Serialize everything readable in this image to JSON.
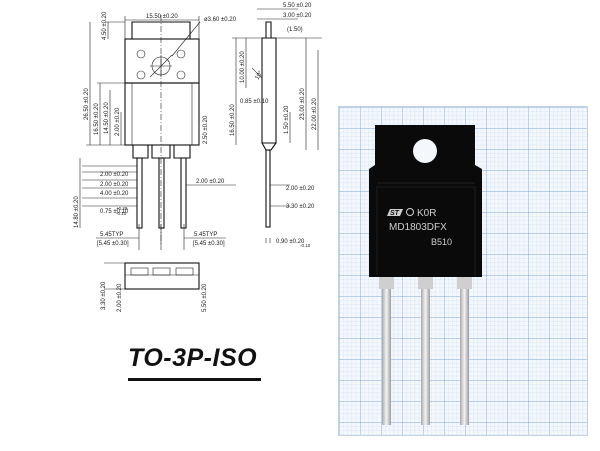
{
  "package": {
    "title": "TO-3P-ISO"
  },
  "dimensions": {
    "top": [
      "15.50 ±0.20",
      "ø3.60 ±0.20",
      "5.50 ±0.20",
      "3.00 ±0.20",
      "(1.50)"
    ],
    "left": [
      "4.50 ±0.20",
      "26.50 ±0.20",
      "16.50 ±0.20",
      "14.50 ±0.20",
      "2.00 ±0.20",
      "14.80 ±0.20"
    ],
    "front_right": [
      "2.50 ±0.20",
      "2.00 ±0.20"
    ],
    "side": [
      "10.00 ±0.20",
      "16.50 ±0.20",
      "23.00 ±0.20",
      "22.00 ±0.20",
      "1.50 ±0.20",
      "0.85 ±0.10",
      "2.00 ±0.20",
      "3.30 ±0.20",
      "0.90 ±0.20"
    ],
    "side_small": [
      "-0.10"
    ],
    "draft_angle": "10°",
    "pins": [
      "2.00 ±0.20",
      "2.00 ±0.20",
      "4.00 ±0.20",
      "0.75 ±0.10"
    ],
    "pins_small": [
      "+0.20",
      "-0.10"
    ],
    "pitch_left": "5.45TYP",
    "pitch_left_alt": "[5.45 ±0.30]",
    "pitch_right": "5.45TYP",
    "pitch_right_alt": "[5.45 ±0.30]",
    "bottom": [
      "3.30 ±0.20",
      "2.00 ±0.20",
      "5.50 ±0.20"
    ]
  },
  "photo": {
    "marking_line1": "K0R",
    "marking_line2": "MD1803DFX",
    "marking_line3": "B510",
    "logo": "ST",
    "colors": {
      "body": "#0a0a0a",
      "leads": "#dadada",
      "grid": "#7fa6d6",
      "paper": "#f4f8fd"
    }
  }
}
